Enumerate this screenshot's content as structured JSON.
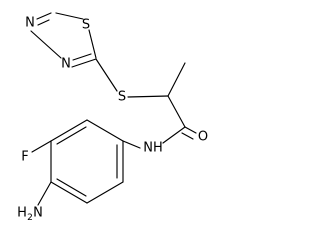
{
  "atoms": {
    "n_thiadiazole_top": "N",
    "n_thiadiazole_bottom": "N",
    "s_thiadiazole": "S",
    "s_thioether": "S",
    "o_carbonyl": "O",
    "nh_amide": "NH",
    "f_fluoro": "F",
    "nh2_amino_main": "H",
    "nh2_amino_sub": "2",
    "nh2_amino_n": "N"
  }
}
